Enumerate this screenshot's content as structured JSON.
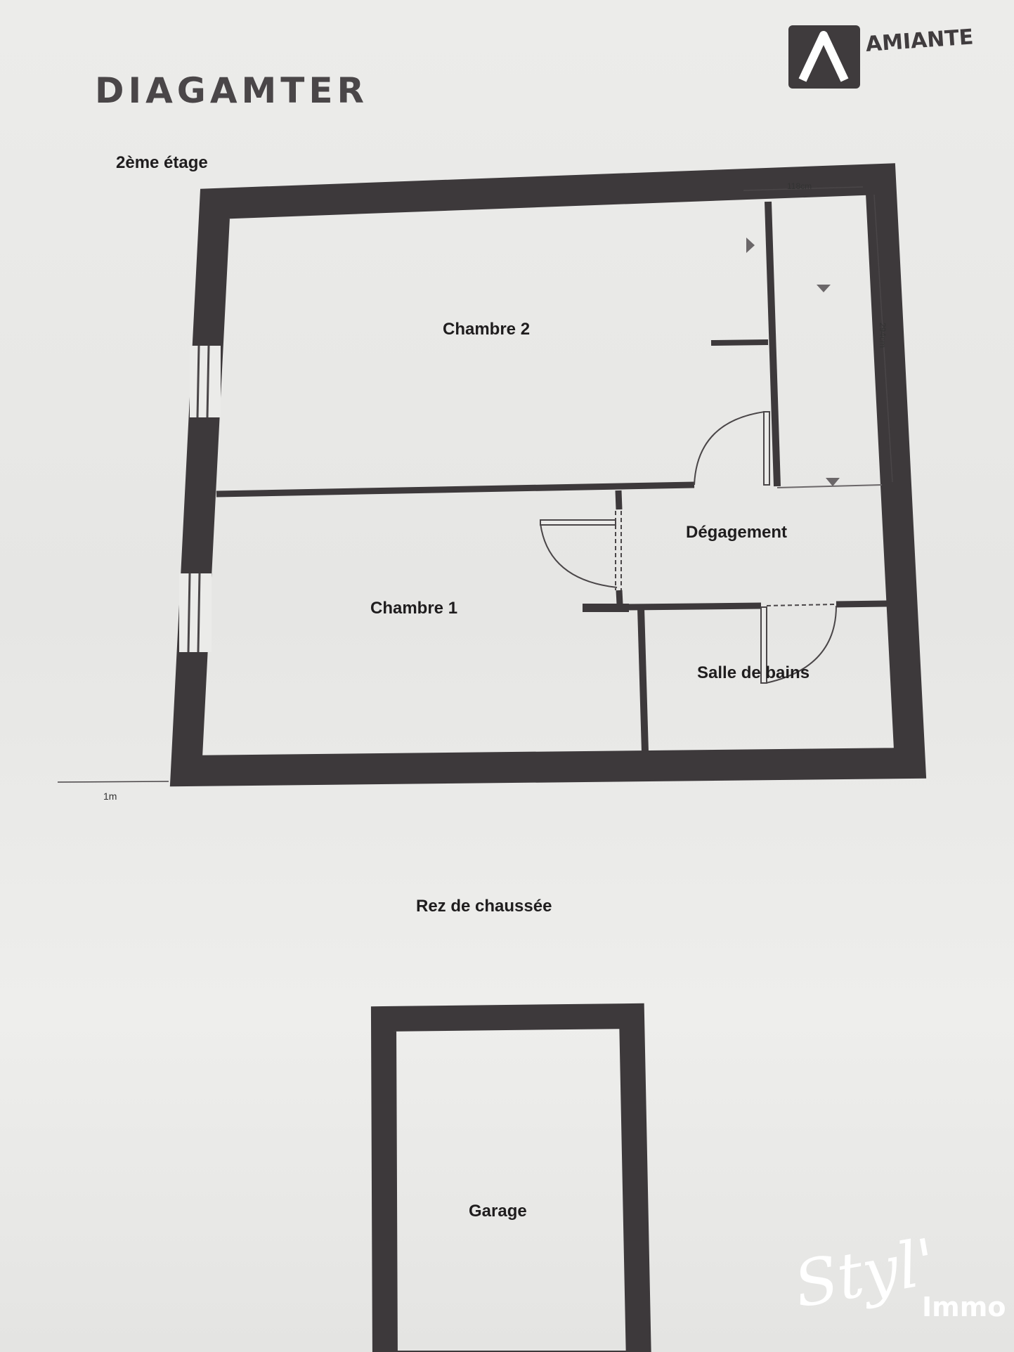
{
  "header": {
    "brand_name": "DIAGAMTER",
    "logo_text": "AMIANTE",
    "logo_icon": "triangle-a-icon"
  },
  "plans": [
    {
      "title": "2ème étage",
      "rooms": {
        "chambre_2": "Chambre 2",
        "chambre_1": "Chambre 1",
        "degagement": "Dégagement",
        "salle_de_bains": "Salle de bains"
      },
      "dimensions": {
        "width": "118cm",
        "height": "294cm"
      },
      "scale_label": "1m"
    },
    {
      "title": "Rez de chaussée",
      "rooms": {
        "garage": "Garage"
      }
    }
  ],
  "watermark": {
    "script": "Styl'",
    "text": "Immo"
  },
  "colors": {
    "wall": "#3d393b",
    "paper": "#ebebe9",
    "ink": "#1f1d1e"
  }
}
